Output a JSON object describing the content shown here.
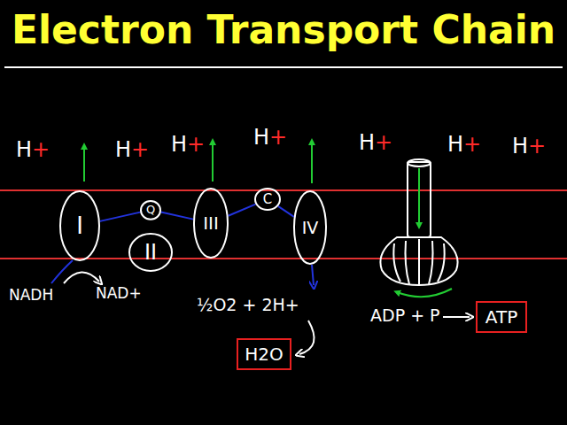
{
  "diagram": {
    "title": "Electron Transport Chain",
    "nodes": [
      {
        "text": [
          "I"
        ]
      },
      {
        "text": [
          "Q"
        ]
      },
      {
        "text": [
          "II"
        ]
      },
      {
        "text": [
          "III"
        ]
      },
      {
        "text": [
          "C"
        ]
      },
      {
        "text": [
          "IV"
        ]
      },
      {
        "text": [
          "H2O"
        ]
      },
      {
        "text": [
          "ATP"
        ]
      }
    ],
    "edges": [
      {
        "from": 0,
        "to": 1,
        "arrow": "none"
      },
      {
        "from": 1,
        "to": 3,
        "arrow": "none"
      },
      {
        "from": 3,
        "to": 4,
        "arrow": "none"
      },
      {
        "from": 4,
        "to": 5,
        "arrow": "none"
      }
    ],
    "labels": [
      "H+",
      "H+",
      "H+",
      "H+",
      "H+",
      "H+",
      "H+",
      "NADH",
      "NAD+",
      "½O2 + 2H+",
      "ADP + P"
    ]
  }
}
